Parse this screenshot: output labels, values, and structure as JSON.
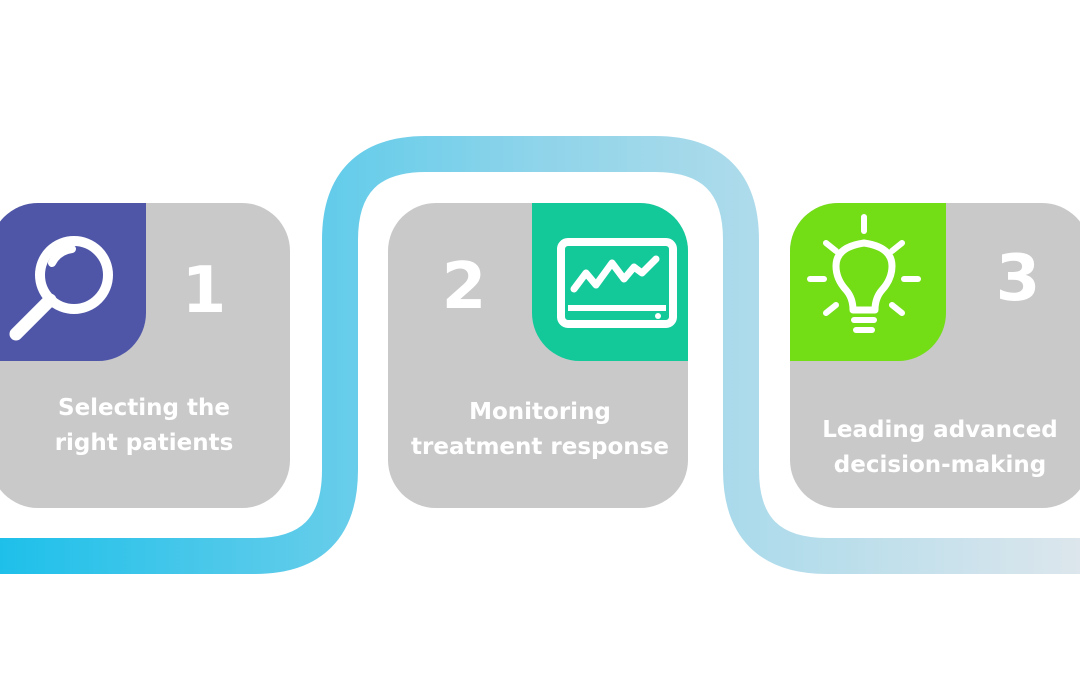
{
  "colors": {
    "card_background": "#c9c9c9",
    "text": "#ffffff",
    "path_gradient_start": "#1ec0ea",
    "path_gradient_end": "#dce6ec"
  },
  "steps": [
    {
      "number": "1",
      "label_lines": [
        "Selecting the",
        "right patients"
      ],
      "icon": "magnifying-glass-icon",
      "icon_color": "#4f56a8"
    },
    {
      "number": "2",
      "label_lines": [
        "Monitoring",
        "treatment response"
      ],
      "icon": "heart-monitor-icon",
      "icon_color": "#13c99a"
    },
    {
      "number": "3",
      "label_lines": [
        "Leading advanced",
        "decision-making"
      ],
      "icon": "lightbulb-icon",
      "icon_color": "#73dd16"
    }
  ]
}
